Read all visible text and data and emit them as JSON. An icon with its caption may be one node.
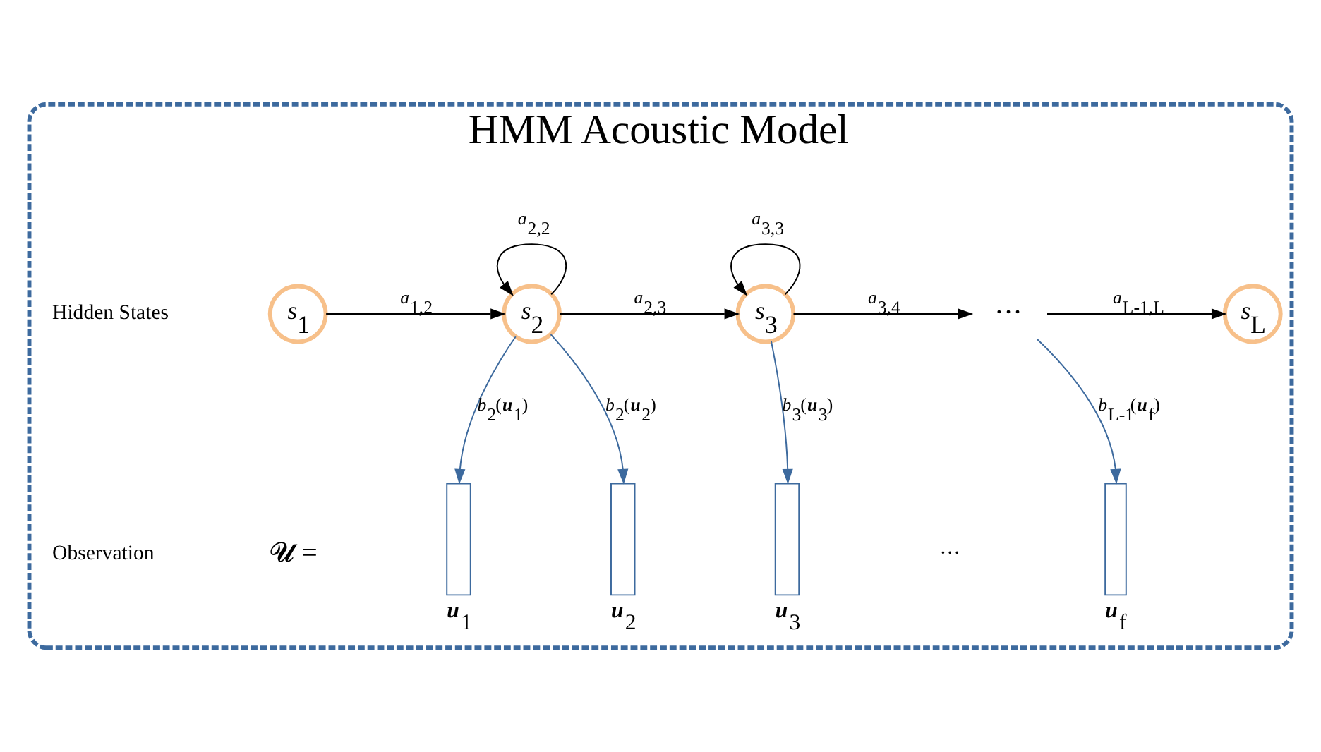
{
  "diagram": {
    "nodes": [
      {
        "text": [
          "HMM Acoustic Model"
        ]
      },
      {
        "text": [
          "*s*$_{1}$"
        ],
        "in": 0
      },
      {
        "text": [
          "*s*$_{2}$"
        ],
        "in": 0
      },
      {
        "text": [
          "*s*$_{3}$"
        ],
        "in": 0
      },
      {
        "text": [
          "···"
        ],
        "in": 0
      },
      {
        "text": [
          "*s*$_{L}$"
        ],
        "in": 0
      },
      {
        "text": [],
        "shape": "bar",
        "in": 0,
        "beside": [
          "**u**$_{1}$"
        ]
      },
      {
        "text": [],
        "shape": "bar",
        "in": 0,
        "beside": [
          "**u**$_{2}$"
        ]
      },
      {
        "text": [],
        "shape": "bar",
        "in": 0,
        "beside": [
          "**u**$_{3}$"
        ]
      },
      {
        "text": [],
        "shape": "bar",
        "in": 0,
        "beside": [
          "**u**$_{f}$"
        ]
      }
    ],
    "edges": [
      {
        "from": 1,
        "to": 2,
        "arrow": "to",
        "label": "*a*$_{1,2}$"
      },
      {
        "from": 2,
        "to": 2,
        "arrow": "to",
        "label": "*a*$_{2,2}$"
      },
      {
        "from": 2,
        "to": 3,
        "arrow": "to",
        "label": "*a*$_{2,3}$"
      },
      {
        "from": 3,
        "to": 3,
        "arrow": "to",
        "label": "*a*$_{3,3}$"
      },
      {
        "from": 3,
        "to": 4,
        "arrow": "to",
        "label": "*a*$_{3,4}$"
      },
      {
        "from": 4,
        "to": 5,
        "arrow": "to",
        "label": "*a*$_{L-1,L}$"
      },
      {
        "from": 2,
        "to": 6,
        "arrow": "to",
        "label": "*b*$_{2}$(**u**$_{1}$)",
        "color": "#3d6a9e"
      },
      {
        "from": 2,
        "to": 7,
        "arrow": "to",
        "label": "*b*$_{2}$(**u**$_{2}$)",
        "color": "#3d6a9e"
      },
      {
        "from": 3,
        "to": 8,
        "arrow": "to",
        "label": "*b*$_{3}$(**u**$_{3}$)",
        "color": "#3d6a9e"
      },
      {
        "from": 4,
        "to": 9,
        "arrow": "to",
        "label": "*b*$_{L-1}$(**u**$_{f}$)",
        "color": "#3d6a9e"
      }
    ],
    "labels": [
      "Hidden States",
      "Observation",
      "𝓤 =",
      "···"
    ]
  }
}
